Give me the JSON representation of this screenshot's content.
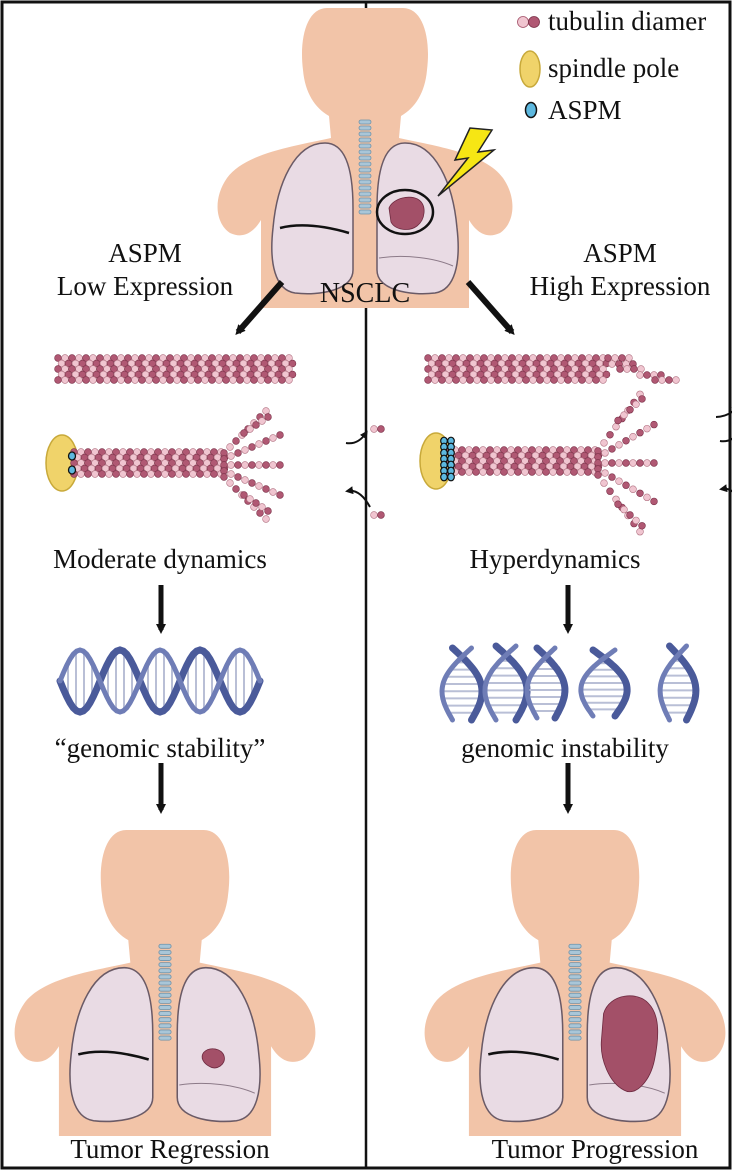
{
  "legend": {
    "tubulin": "tubulin diamer",
    "spindle": "spindle pole",
    "aspm": "ASPM"
  },
  "top": {
    "disease": "NSCLC"
  },
  "left": {
    "condition_line1": "ASPM",
    "condition_line2": "Low Expression",
    "dynamics": "Moderate dynamics",
    "genome": "“genomic stability”",
    "outcome": "Tumor Regression"
  },
  "right": {
    "condition_line1": "ASPM",
    "condition_line2": "High Expression",
    "dynamics": "Hyperdynamics",
    "genome": "genomic instability",
    "outcome": "Tumor Progression"
  },
  "colors": {
    "skin": "#f2c4a8",
    "lung": "#e9dbe4",
    "tumor": "#a35068",
    "tubulin_dark": "#b05873",
    "tubulin_light": "#f0c5d0",
    "spindle": "#f0d36a",
    "aspm": "#5db8df",
    "dna": "#4a5a9a",
    "bolt": "#f6e614"
  }
}
